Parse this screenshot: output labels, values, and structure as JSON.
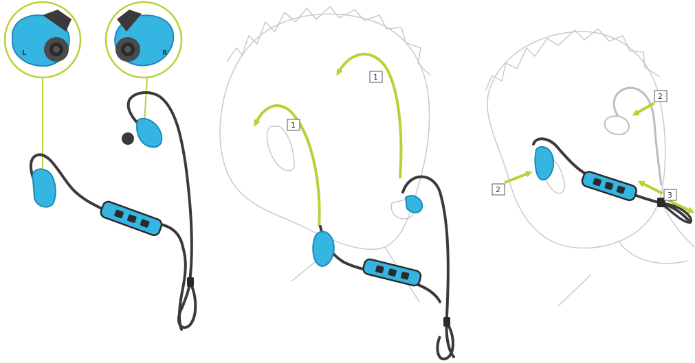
{
  "colors": {
    "accent": "#b5d334",
    "earbud_blue": "#35b5e2",
    "earbud_dark": "#1e88b8",
    "cable": "#3a3a3a",
    "outline": "#c9c9c9"
  },
  "panel_1": {
    "left_bud_letter": "L",
    "right_bud_letter": "R"
  },
  "panel_2": {
    "step_left": "1",
    "step_right": "1"
  },
  "panel_3": {
    "step_back": "2",
    "step_front": "2",
    "step_slider": "3"
  }
}
